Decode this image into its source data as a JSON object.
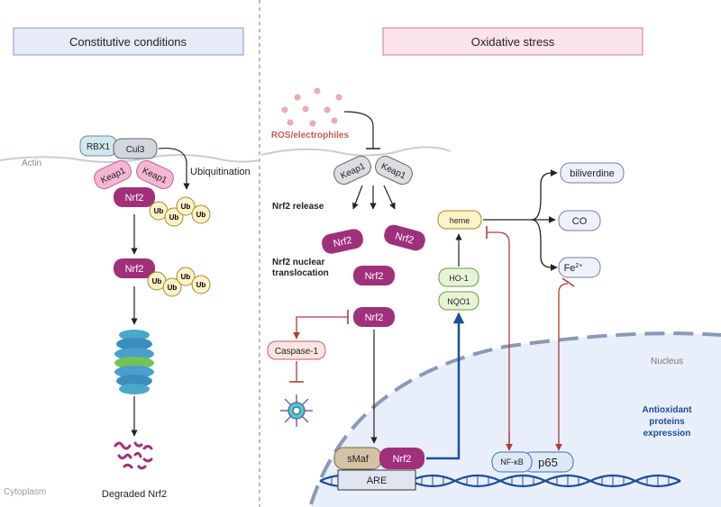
{
  "panels": {
    "left_title": "Constitutive conditions",
    "right_title": "Oxidative stress"
  },
  "left": {
    "actin": "Actin",
    "rbx1": "RBX1",
    "cul3": "Cul3",
    "keap1_a": "Keap1",
    "keap1_b": "Keap1",
    "nrf2_top": "Nrf2",
    "ubiquitination": "Ubiquitination",
    "ub": "Ub",
    "nrf2_mid": "Nrf2",
    "degraded": "Degraded Nrf2",
    "cytoplasm": "Cytoplasm"
  },
  "right": {
    "ros": "ROS/electrophiles",
    "keap1_a": "Keap1",
    "keap1_b": "Keap1",
    "nrf2_release": "Nrf2 release",
    "nrf2": "Nrf2",
    "translocation_line1": "Nrf2 nuclear",
    "translocation_line2": "translocation",
    "caspase": "Caspase-1",
    "smaf": "sMaf",
    "are": "ARE",
    "heme": "heme",
    "ho1": "HO-1",
    "nqo1": "NQO1",
    "biliverdine": "biliverdine",
    "co": "CO",
    "fe": "Fe",
    "fe_sup": "2+",
    "nfkb": "NF-κB",
    "p65": "p65",
    "nucleus": "Nucleus",
    "antioxidant_1": "Antioxidant",
    "antioxidant_2": "proteins",
    "antioxidant_3": "expression"
  },
  "colors": {
    "nrf2": "#a0307a",
    "keap1": "#f4b6d4",
    "ub_fill": "#fdf2c8",
    "ub_stroke": "#a38a2a",
    "left_title_bg": "#e7eaf7",
    "right_title_bg": "#fbe3ea",
    "nucleus": "#e8eefa",
    "inhibit": "#b23a3a",
    "activate_blue": "#1f4e96"
  }
}
